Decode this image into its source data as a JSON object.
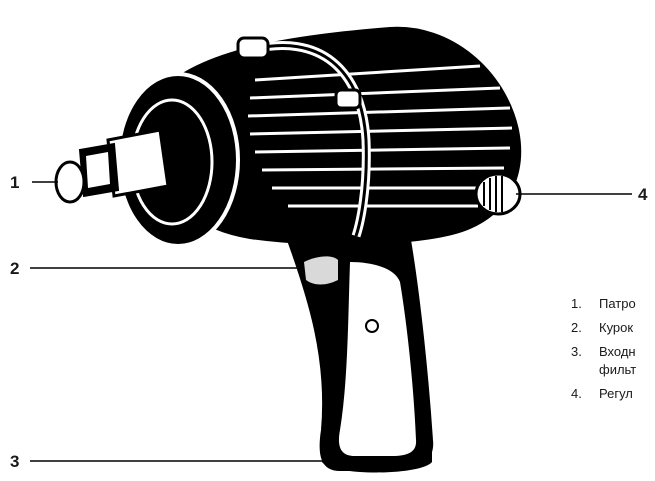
{
  "callouts": [
    {
      "number": "1"
    },
    {
      "number": "2"
    },
    {
      "number": "3"
    },
    {
      "number": "4"
    }
  ],
  "legend": [
    {
      "num": "1.",
      "text": "Патро"
    },
    {
      "num": "2.",
      "text": "Курок"
    },
    {
      "num": "3.",
      "text": "Входн\nфильт"
    },
    {
      "num": "4.",
      "text": "Регул"
    }
  ]
}
